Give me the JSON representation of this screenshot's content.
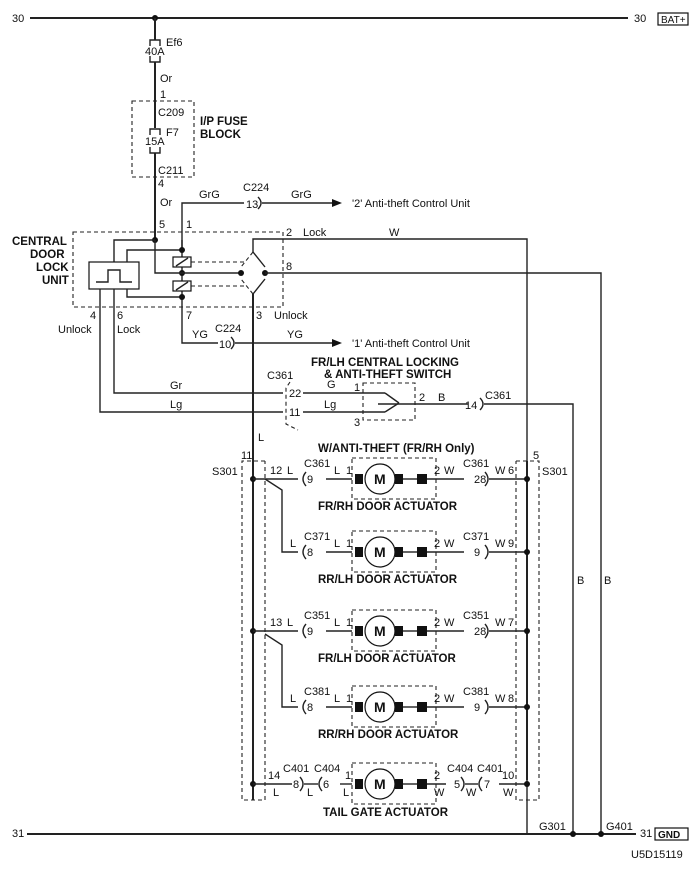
{
  "diagram": {
    "id": "U5D15119",
    "rails": {
      "top_left": "30",
      "top_right": "30",
      "top_tag": "BAT+",
      "bottom_left": "31",
      "bottom_right": "31",
      "bottom_tag": "GND"
    },
    "fuses": {
      "main": {
        "rating": "40A",
        "id": "Ef6",
        "wire": "Or",
        "pin": "1"
      },
      "ip": {
        "rating": "15A",
        "id": "F7",
        "conn_in": "C209",
        "conn_out": "C211",
        "pin_out": "4",
        "wire": "Or"
      }
    },
    "ip_fuse_block": {
      "line1": "I/P FUSE",
      "line2": "BLOCK"
    },
    "central_unit": {
      "line1": "CENTRAL",
      "line2": "DOOR",
      "line3": "LOCK",
      "line4": "UNIT",
      "pin5": "5",
      "pin1": "1",
      "pin2": "2",
      "pin2_label": "Lock",
      "pin8": "8",
      "pin3": "3",
      "pin3_label": "Unlock",
      "pin4": "4",
      "pin4_label": "Unlock",
      "pin6": "6",
      "pin6_label": "Lock",
      "pin7": "7"
    },
    "anti_theft": {
      "top": {
        "wire1": "GrG",
        "connector": "C224",
        "pin": "13",
        "wire2": "GrG",
        "dest": "'2' Anti-theft Control Unit"
      },
      "bottom": {
        "wire1": "YG",
        "connector": "C224",
        "pin": "10",
        "wire2": "YG",
        "dest": "'1' Anti-theft Control Unit"
      }
    },
    "lock_wire": "W",
    "switch": {
      "title1": "FR/LH CENTRAL LOCKING",
      "title2": "& ANTI-THEFT SWITCH",
      "connector": "C361",
      "pin22": "22",
      "pin11": "11",
      "wire_gr": "Gr",
      "wire_lg": "Lg",
      "wire_g": "G",
      "wire_lg2": "Lg",
      "pin1": "1",
      "pin3": "3",
      "pin2": "2",
      "wire_b": "B",
      "out_pin": "14",
      "out_conn": "C361"
    },
    "splices": {
      "left": "S301",
      "right": "S301",
      "left_top_pin": "11",
      "left_wire": "L",
      "right_top_pin": "5"
    },
    "note_anti_theft": "W/ANTI-THEFT (FR/RH Only)",
    "actuators": [
      {
        "name": "FR/RH DOOR ACTUATOR",
        "sp_left": "12",
        "wl": "L",
        "conn_l": "C361",
        "pin_l": "9",
        "wl2": "L",
        "p1": "1",
        "p2": "2",
        "wr": "W",
        "conn_r": "C361",
        "pin_r": "28",
        "wr2": "W",
        "sp_right": "6"
      },
      {
        "name": "RR/LH DOOR ACTUATOR",
        "sp_left": "",
        "wl": "L",
        "conn_l": "C371",
        "pin_l": "8",
        "wl2": "L",
        "p1": "1",
        "p2": "2",
        "wr": "W",
        "conn_r": "C371",
        "pin_r": "9",
        "wr2": "W",
        "sp_right": "9"
      },
      {
        "name": "FR/LH DOOR ACTUATOR",
        "sp_left": "13",
        "wl": "L",
        "conn_l": "C351",
        "pin_l": "9",
        "wl2": "L",
        "p1": "1",
        "p2": "2",
        "wr": "W",
        "conn_r": "C351",
        "pin_r": "28",
        "wr2": "W",
        "sp_right": "7"
      },
      {
        "name": "RR/RH DOOR ACTUATOR",
        "sp_left": "",
        "wl": "L",
        "conn_l": "C381",
        "pin_l": "8",
        "wl2": "L",
        "p1": "1",
        "p2": "2",
        "wr": "W",
        "conn_r": "C381",
        "pin_r": "9",
        "wr2": "W",
        "sp_right": "8"
      }
    ],
    "tailgate": {
      "name": "TAIL GATE ACTUATOR",
      "sp_left": "14",
      "wl": "L",
      "conn_a": "C401",
      "pin_a": "8",
      "conn_b": "C404",
      "pin_b": "6",
      "p1": "1",
      "p2": "2",
      "wr": "W",
      "conn_c": "C404",
      "pin_c": "5",
      "conn_d": "C401",
      "pin_d": "7",
      "sp_right": "10",
      "motor": "M"
    },
    "motor_label": "M",
    "ground_wires": {
      "b1": "B",
      "b2": "B"
    },
    "grounds": {
      "g1": "G301",
      "g2": "G401"
    }
  }
}
